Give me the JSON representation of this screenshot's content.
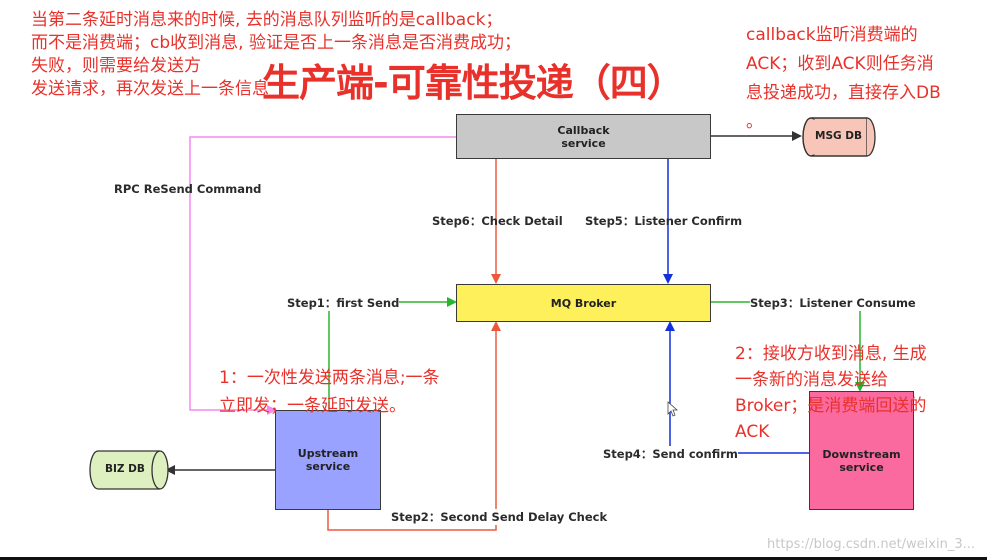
{
  "title": "生产端-可靠性投递（四）",
  "nodes": {
    "callback": "Callback\nservice",
    "broker": "MQ Broker",
    "upstream": "Upstream\nservice",
    "downstream": "Downstream\nservice",
    "msg_db": "MSG DB",
    "biz_db": "BIZ DB"
  },
  "edges": {
    "resend": "RPC ReSend Command",
    "step1": "Step1：first Send",
    "step2": "Step2：Second Send Delay Check",
    "step3": "Step3：Listener Consume",
    "step4": "Step4：Send confirm",
    "step5": "Step5：Listener Confirm",
    "step6": "Step6：Check Detail"
  },
  "notes": {
    "top_left": [
      "当第二条延时消息来的时候, 去的消息队列监听的是callback；",
      "而不是消费端；cb收到消息, 验证是否上一条消息是否消费成功；",
      "失败，则需要给发送方",
      "发送请求，再次发送上一条信息"
    ],
    "top_right": [
      "callback监听消费端的",
      "ACK；收到ACK则任务消",
      "息投递成功，直接存入DB",
      "。"
    ],
    "left_mid": [
      "1：一次性发送两条消息;一条",
      "立即发；一条延时发送。"
    ],
    "right_mid": [
      "2：接收方收到消息, 生成",
      "一条新的消息发送给",
      "Broker；是消费端回送的",
      "ACK"
    ]
  },
  "colors": {
    "callback_fill": "#c8c8c8",
    "broker_fill": "#fef05a",
    "upstream_fill": "#9aa2ff",
    "downstream_fill": "#fb6a9e",
    "db_fill_red": "#f8c6b8",
    "db_fill_green": "#dff0c0",
    "arrow_red": "#ea5a3a",
    "arrow_blue": "#1430dc",
    "arrow_green": "#2ab52e",
    "arrow_pink": "#f38af0",
    "note_red": "#e8312b"
  },
  "watermark": "https://blog.csdn.net/weixin_3..."
}
